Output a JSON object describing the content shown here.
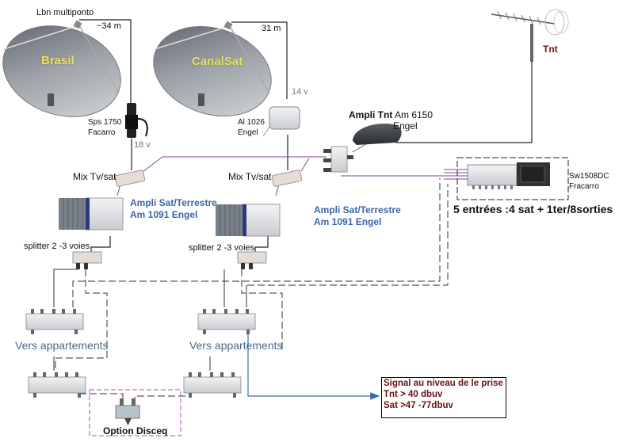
{
  "diagram": {
    "title": "Installation collective satellite et TNT",
    "dishes": [
      {
        "name": "Brasil",
        "lnb_label": "Lbn multiponto",
        "cable_length": "~34 m"
      },
      {
        "name": "CanalSat",
        "cable_length": "31 m"
      }
    ],
    "antenna": {
      "label": "Tnt"
    },
    "components": {
      "sps": {
        "model": "Sps 1750",
        "brand": "Facarro",
        "voltage": "18 v"
      },
      "al": {
        "model": "Al 1026",
        "brand": "Engel",
        "voltage": "14 v"
      },
      "ampli_tnt": {
        "label_bold": "Ampli Tnt",
        "model": "Am 6150",
        "brand": "Engel"
      },
      "switch": {
        "model": "Sw1508DC",
        "brand": "Fracarro",
        "caption": "5 entrées :4 sat + 1ter/8sorties"
      },
      "mix_left": "Mix Tv/sat",
      "mix_right": "Mix Tv/sat",
      "ampli_left": {
        "line1": "Ampli Sat/Terrestre",
        "line2": "Am 1091 Engel"
      },
      "ampli_right": {
        "line1": "Ampli Sat/Terrestre",
        "line2": "Am 1091 Engel"
      },
      "splitter_left": "splitter 2 -3 voies",
      "splitter_right": "splitter 2 -3 voies",
      "apartments_left": "Vers appartements",
      "apartments_right": "Vers appartements",
      "diseqc": "Option Disceq"
    },
    "signal_box": {
      "title": "Signal au niveau de le prise",
      "tnt": "Tnt > 40 dbuv",
      "sat": "Sat >47 -77dbuv"
    },
    "colors": {
      "cable": "#111111",
      "coax_purple": "#7a4a8a",
      "dashed": "#444444",
      "diseqc_box": "#c040c0",
      "arrow": "#3a6ab0",
      "label_blue": "#3a66a8",
      "label_darkred": "#6a1212"
    }
  }
}
